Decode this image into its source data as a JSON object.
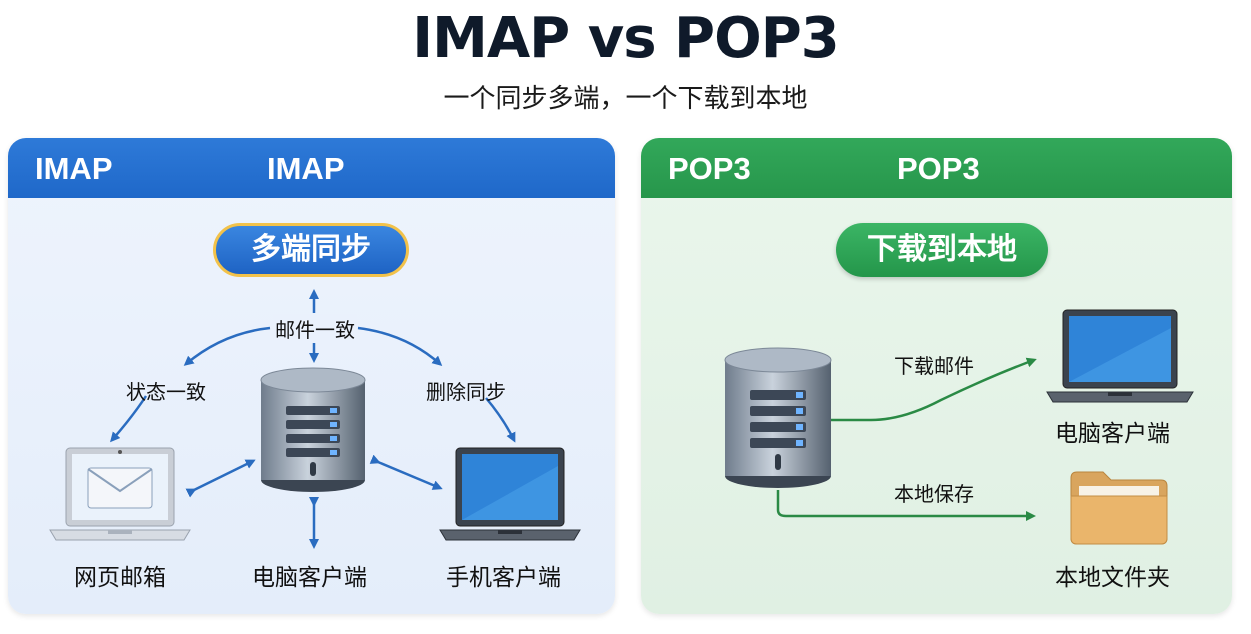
{
  "title": "IMAP vs POP3",
  "subtitle": "一个同步多端，一个下载到本地",
  "imap_panel": {
    "header_left": "IMAP",
    "header_right": "IMAP",
    "pill": "多端同步",
    "labels": {
      "mail_consistent": "邮件一致",
      "status_consistent": "状态一致",
      "delete_sync": "删除同步"
    },
    "devices": {
      "web_mail": "网页邮箱",
      "pc_client": "电脑客户端",
      "mobile_client": "手机客户端"
    }
  },
  "pop3_panel": {
    "header_left": "POP3",
    "header_right": "POP3",
    "pill": "下载到本地",
    "labels": {
      "download_mail": "下载邮件",
      "local_save": "本地保存"
    },
    "devices": {
      "pc_client": "电脑客户端",
      "local_folder": "本地文件夹"
    }
  },
  "colors": {
    "imap_blue": "#1f68c9",
    "pop3_green": "#27964b",
    "pill_border_gold": "#f2c24a",
    "imap_arrow": "#2a6cc0",
    "pop3_arrow": "#2a8a45"
  }
}
